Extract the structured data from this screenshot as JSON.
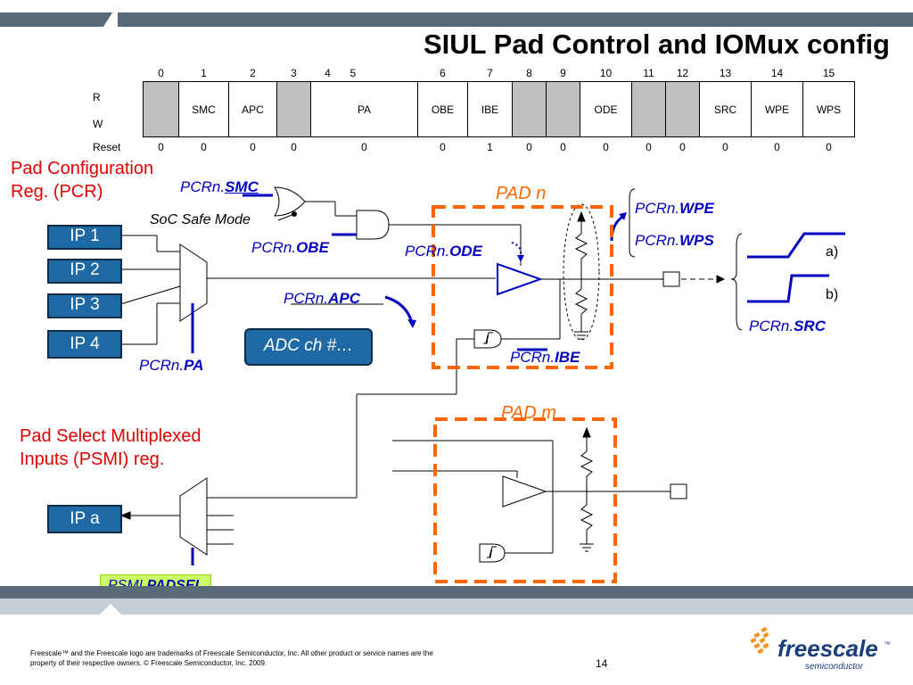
{
  "slide": {
    "title": "SIUL Pad Control and IOMux config",
    "page_number": "14"
  },
  "register": {
    "bit_numbers": [
      "0",
      "1",
      "2",
      "3",
      "4",
      "5",
      "6",
      "7",
      "8",
      "9",
      "10",
      "11",
      "12",
      "13",
      "14",
      "15"
    ],
    "row_labels": {
      "read": "R",
      "write": "W",
      "reset": "Reset"
    },
    "fields": [
      "SMC",
      "APC",
      "PA",
      "OBE",
      "IBE",
      "ODE",
      "SRC",
      "WPE",
      "WPS"
    ],
    "reset_values": [
      "0",
      "0",
      "0",
      "0",
      "0",
      "0",
      "1",
      "0",
      "0",
      "0",
      "0",
      "0",
      "0",
      "0"
    ]
  },
  "labels": {
    "pcr_reg": [
      "Pad Configuration",
      "Reg. (PCR)"
    ],
    "psmi_reg": [
      "Pad Select Multiplexed",
      "Inputs (PSMI) reg."
    ],
    "soc_safe_mode": "SoC Safe Mode",
    "pad_n": "PAD n",
    "pad_m": "PAD m",
    "adc": "ADC ch #…",
    "wave_a": "a)",
    "wave_b": "b)"
  },
  "ip_blocks": [
    "IP 1",
    "IP 2",
    "IP 3",
    "IP 4",
    "IP a"
  ],
  "pcr_fields": {
    "prefix": "PCRn.",
    "smc": "SMC",
    "obe": "OBE",
    "ode": "ODE",
    "apc": "APC",
    "pa": "PA",
    "ibe": "IBE",
    "wpe": "WPE",
    "wps": "WPS",
    "src": "SRC"
  },
  "psmi": {
    "prefix": "PSMI.",
    "field": "PADSEL"
  },
  "footer": {
    "legal": "Freescale™ and the Freescale logo are trademarks of Freescale Semiconductor, Inc. All other product or service names are the property of their respective owners. © Freescale Semiconductor, Inc. 2009.",
    "logo_text": "freescale",
    "logo_sub": "semiconductor",
    "logo_tm": "™"
  },
  "colors": {
    "accent_blue": "#1f6aa5",
    "pad_orange": "#ff6600",
    "label_red": "#e00000",
    "pcr_blue": "#0000c0",
    "bar_gray": "#5a6a78"
  }
}
